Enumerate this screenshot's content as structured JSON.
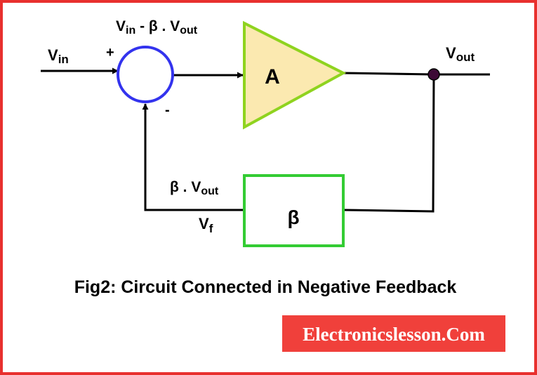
{
  "diagram": {
    "input": {
      "main": "V",
      "sub": "in"
    },
    "output": {
      "main": "V",
      "sub": "out"
    },
    "summing": {
      "plus_sign": "+",
      "minus_sign": "-",
      "expression": {
        "a_main": "V",
        "a_sub": "in",
        "op": " - β . ",
        "b_main": "V",
        "b_sub": "out"
      }
    },
    "amplifier": {
      "label": "A"
    },
    "feedback": {
      "label": "β",
      "signal": {
        "prefix": "β . ",
        "main": "V",
        "sub": "out"
      },
      "vf": {
        "main": "V",
        "sub": "f"
      }
    }
  },
  "caption": "Fig2: Circuit Connected in Negative Feedback",
  "watermark": "Electronicslesson.Com",
  "colors": {
    "frame": "#e8302e",
    "summer": "#3333ee",
    "amp_fill": "#fbe9b0",
    "amp_stroke": "#8fd31f",
    "beta_stroke": "#33cc33",
    "node": "#3d0a36",
    "watermark_bg": "#f0403b"
  }
}
